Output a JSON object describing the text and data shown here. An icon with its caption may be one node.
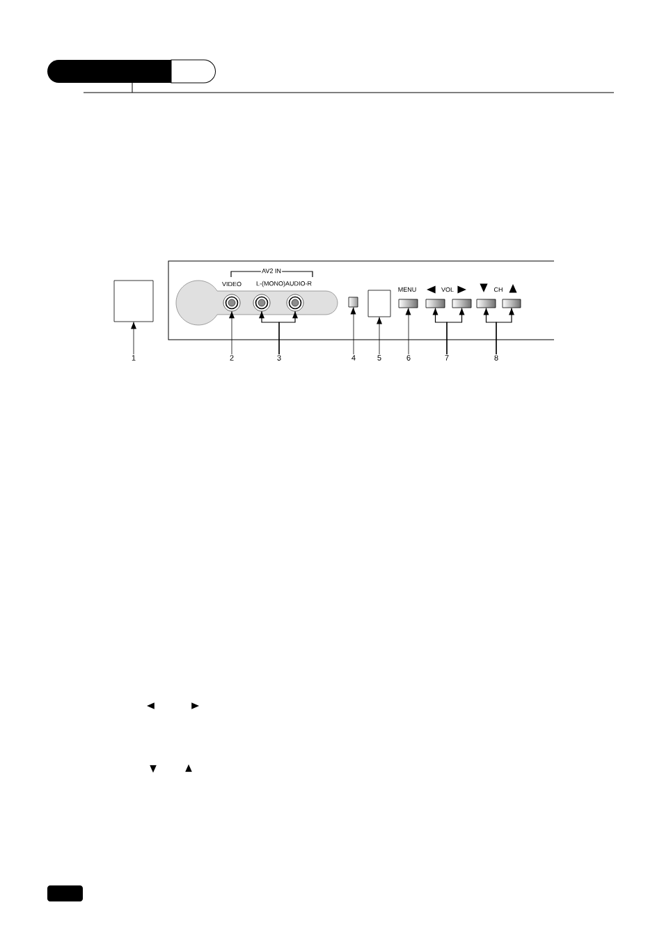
{
  "diagram": {
    "nodes": [
      {
        "text": [],
        "shape": "box"
      },
      {
        "text": [],
        "shape": "circle"
      },
      {
        "text": [],
        "shape": "circle"
      },
      {
        "text": [],
        "shape": "circle"
      },
      {
        "text": [],
        "shape": "box"
      },
      {
        "text": [],
        "shape": "box"
      },
      {
        "text": [],
        "shape": "bar"
      },
      {
        "text": [],
        "shape": "bar"
      },
      {
        "text": [],
        "shape": "bar"
      },
      {
        "text": [],
        "shape": "bar"
      },
      {
        "text": [],
        "shape": "bar"
      },
      {
        "text": [
          "1"
        ]
      },
      {
        "text": [
          "2"
        ]
      },
      {
        "text": [
          "3"
        ]
      },
      {
        "text": [
          "4"
        ]
      },
      {
        "text": [
          "5"
        ]
      },
      {
        "text": [
          "6"
        ]
      },
      {
        "text": [
          "7"
        ]
      },
      {
        "text": [
          "8"
        ]
      }
    ],
    "edges": [
      {
        "from": 11,
        "to": 0,
        "arrow": "to"
      },
      {
        "from": 12,
        "to": 1,
        "arrow": "to"
      },
      {
        "from": 13,
        "to": 2,
        "arrow": "to"
      },
      {
        "from": 13,
        "to": 3,
        "arrow": "to"
      },
      {
        "from": 14,
        "to": 4,
        "arrow": "to"
      },
      {
        "from": 15,
        "to": 5,
        "arrow": "to"
      },
      {
        "from": 16,
        "to": 6,
        "arrow": "to"
      },
      {
        "from": 17,
        "to": 7,
        "arrow": "to"
      },
      {
        "from": 17,
        "to": 8,
        "arrow": "to"
      },
      {
        "from": 18,
        "to": 9,
        "arrow": "to"
      },
      {
        "from": 18,
        "to": 10,
        "arrow": "to"
      }
    ],
    "labels": [
      "AV2  IN",
      "VIDEO",
      "L-(MONO)AUDIO-R",
      "MENU",
      "VOL",
      "CH"
    ]
  }
}
